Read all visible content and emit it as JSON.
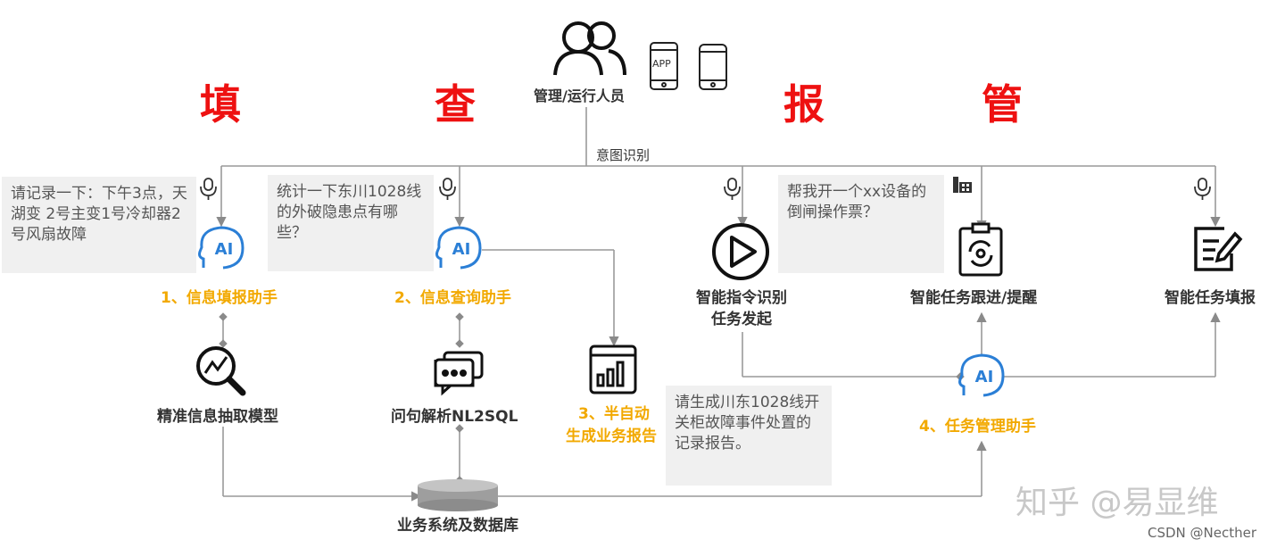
{
  "top": {
    "user_label": "管理/运行人员",
    "app_label": "APP",
    "intent_label": "意图识别"
  },
  "headings": [
    "填",
    "查",
    "报",
    "管"
  ],
  "bubbles": {
    "fill": "请记录一下：下午3点，天湖变 2号主变1号冷却器2号风扇故障",
    "query": "统计一下东川1028线的外破隐患点有哪些？",
    "ticket": "帮我开一个xx设备的倒闸操作票？",
    "report": "请生成川东1028线开关柜故障事件处置的记录报告。"
  },
  "assistants": {
    "a1": "1、信息填报助手",
    "a2": "2、信息查询助手",
    "a3_line1": "3、半自动",
    "a3_line2": "生成业务报告",
    "a4": "4、任务管理助手"
  },
  "nodes": {
    "cmd_line1": "智能指令识别",
    "cmd_line2": "任务发起",
    "followup": "智能任务跟进/提醒",
    "taskfill": "智能任务填报",
    "extract": "精准信息抽取模型",
    "nl2sql": "问句解析NL2SQL",
    "db": "业务系统及数据库"
  },
  "ai_badge": "AI",
  "watermark": {
    "zhihu": "知乎 @易显维",
    "csdn": "CSDN @Necther"
  },
  "colors": {
    "heading": "#ee1111",
    "gold": "#f2a900",
    "blue": "#2b7fd6",
    "line": "#999999",
    "bubble": "#f0f0f0"
  }
}
